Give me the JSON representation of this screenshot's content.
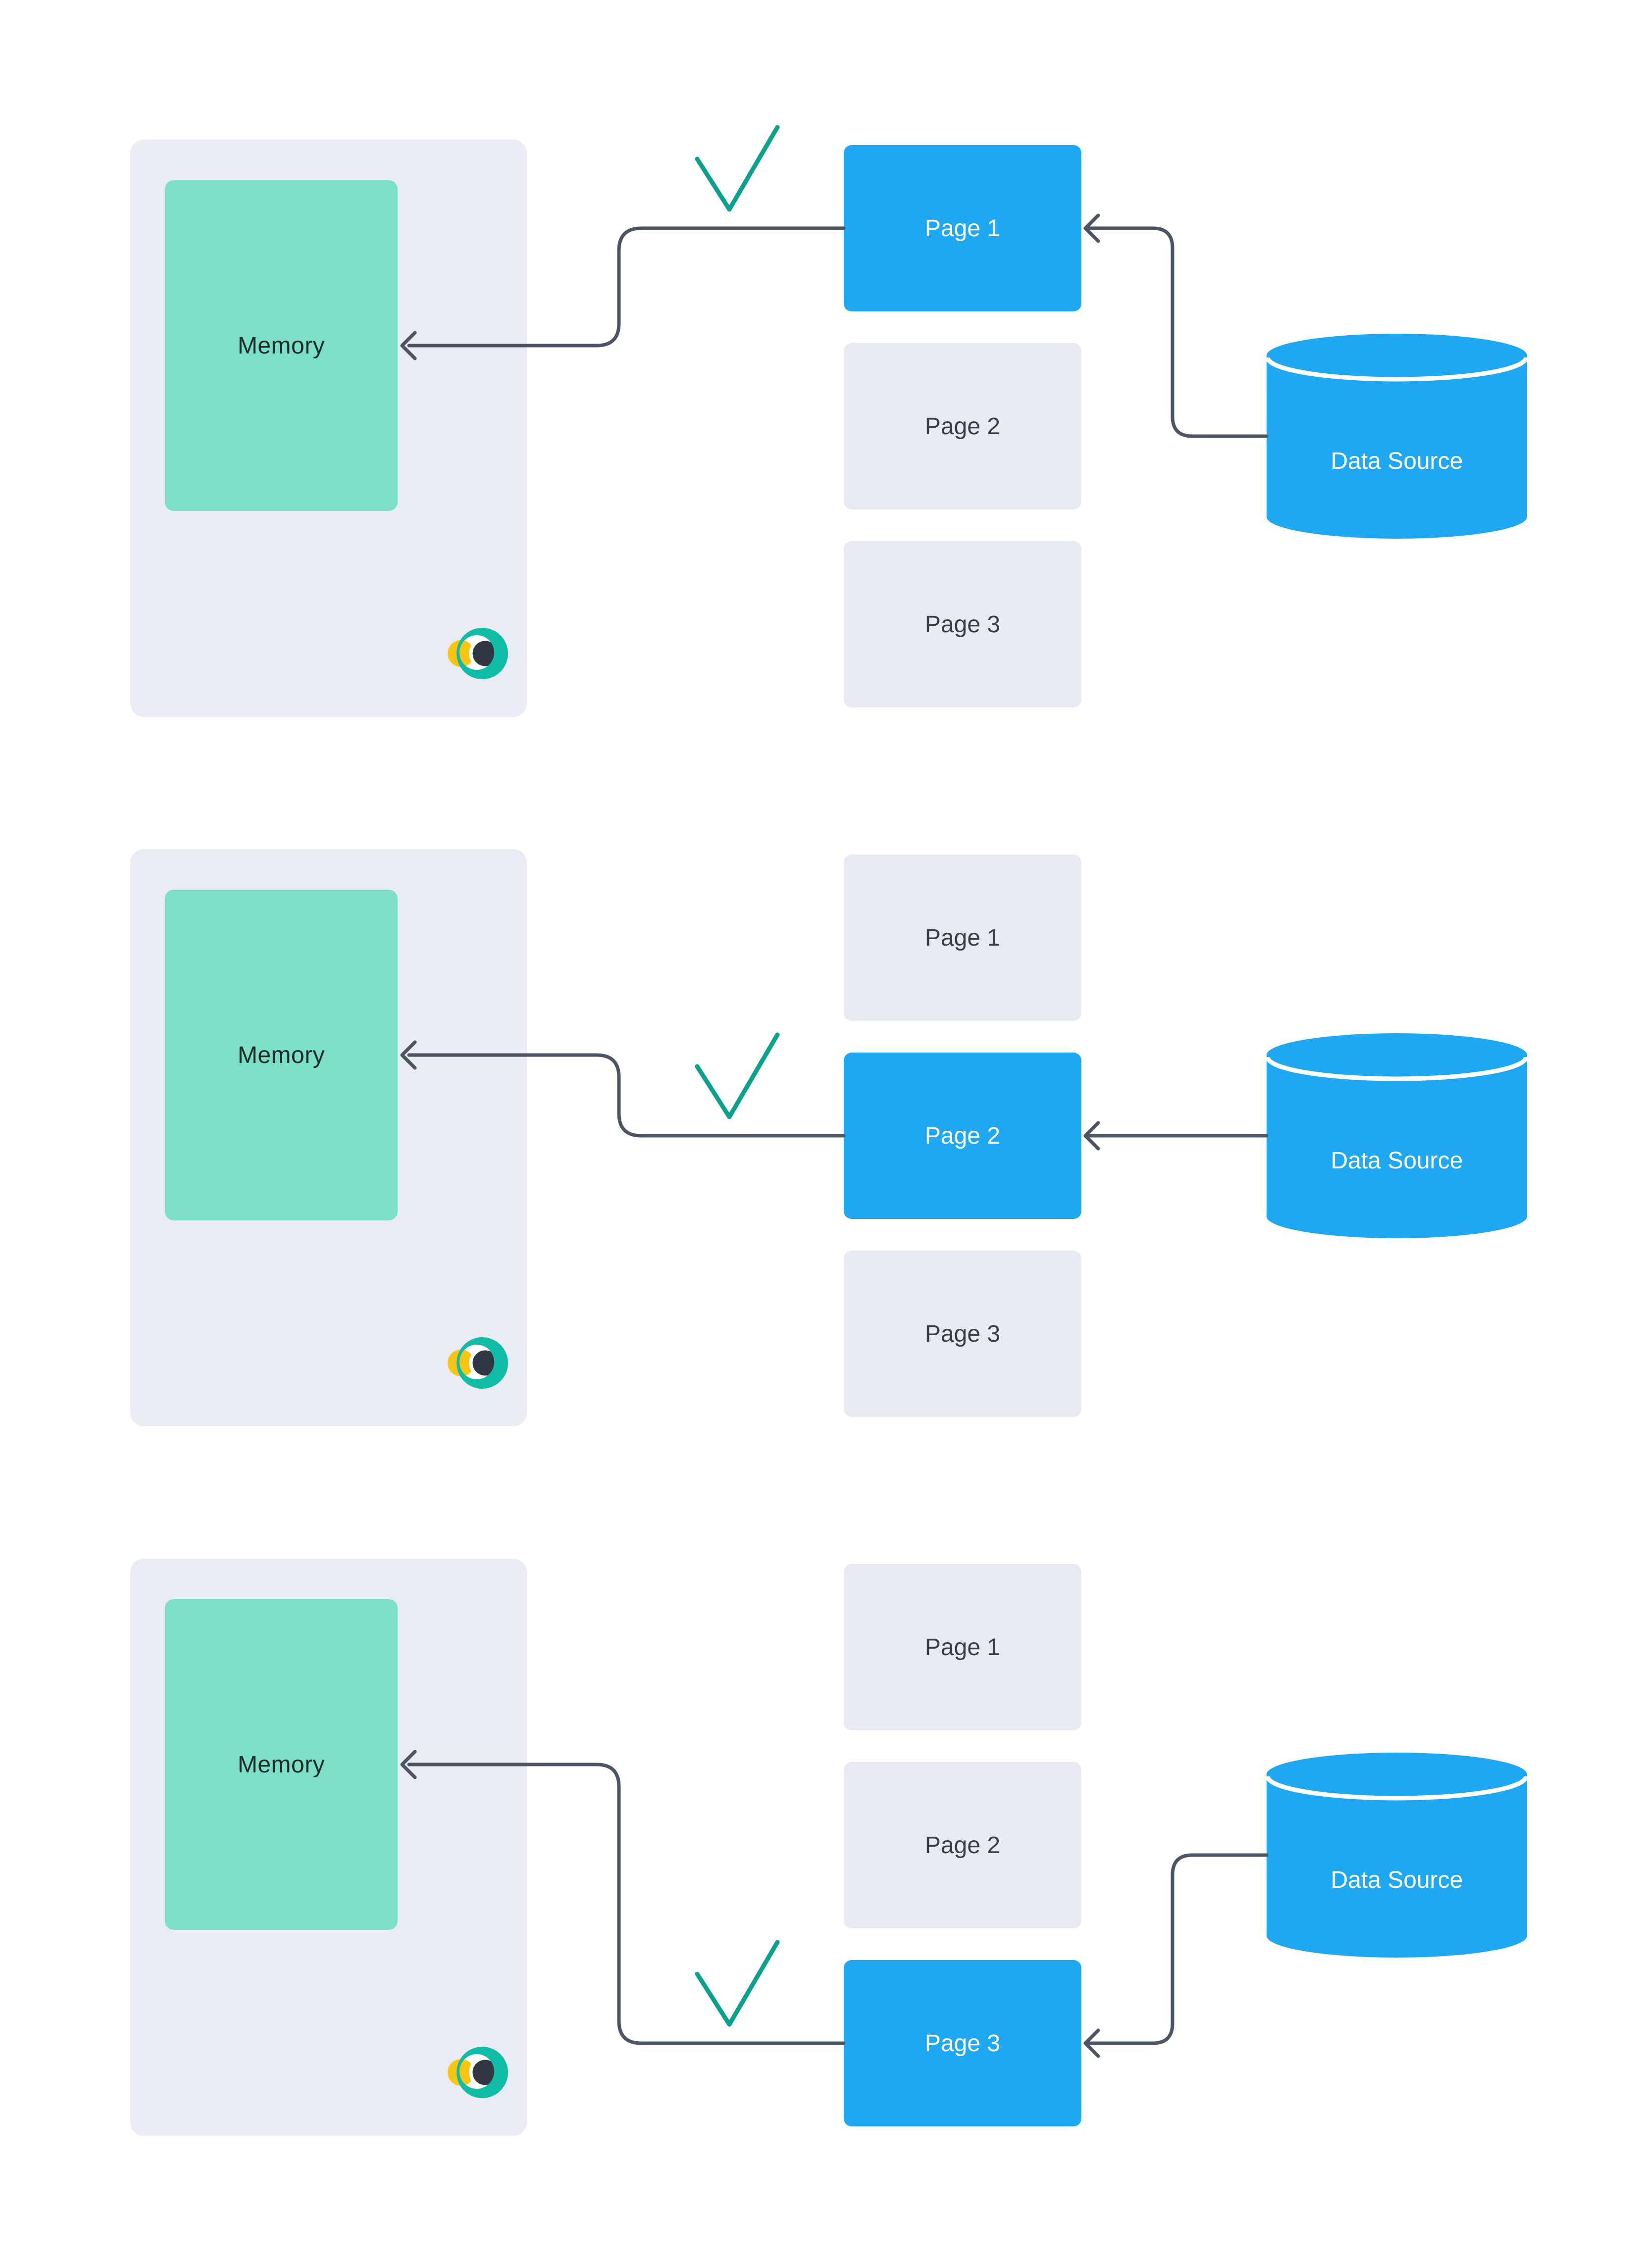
{
  "diagram": {
    "description": "Three-step paging diagram: a Data Source loads one page at a time into Memory",
    "groups": [
      {
        "name": "step-1",
        "memory_label": "Memory",
        "data_source_label": "Data Source",
        "active_page_index": 0,
        "pages": [
          {
            "label": "Page 1",
            "active": true
          },
          {
            "label": "Page 2",
            "active": false
          },
          {
            "label": "Page 3",
            "active": false
          }
        ]
      },
      {
        "name": "step-2",
        "memory_label": "Memory",
        "data_source_label": "Data Source",
        "active_page_index": 1,
        "pages": [
          {
            "label": "Page 1",
            "active": false
          },
          {
            "label": "Page 2",
            "active": true
          },
          {
            "label": "Page 3",
            "active": false
          }
        ]
      },
      {
        "name": "step-3",
        "memory_label": "Memory",
        "data_source_label": "Data Source",
        "active_page_index": 2,
        "pages": [
          {
            "label": "Page 1",
            "active": false
          },
          {
            "label": "Page 2",
            "active": false
          },
          {
            "label": "Page 3",
            "active": true
          }
        ]
      }
    ]
  },
  "icons": {
    "checkmark": "check-mark",
    "logo": "eclipse-moon-logo",
    "data_source": "database-cylinder",
    "arrowhead": "left-chevron"
  },
  "colors": {
    "accent_blue": "#1FA7F2",
    "memory_teal": "#7CDFC8",
    "panel_gray": "#E9ECF2",
    "card_gray": "#E7EAF0",
    "connector_gray": "#4D5464",
    "check_teal": "#0CA18D",
    "logo_teal": "#10BCA5",
    "logo_navy": "#303642",
    "logo_yellow": "#F9C513",
    "memory_text": "#1E2A27",
    "card_text": "#383E48",
    "background": "#FFFFFF"
  }
}
